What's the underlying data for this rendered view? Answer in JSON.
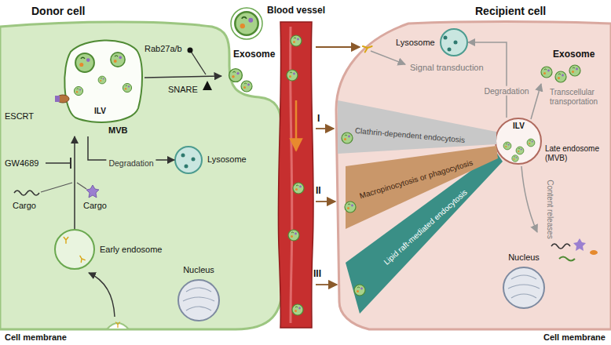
{
  "diagram": {
    "nodes": [
      {
        "text": [
          "Donor cell"
        ]
      },
      {
        "text": [
          "ILV",
          "MVB"
        ],
        "in": 0
      },
      {
        "text": [
          "Lysosome"
        ],
        "in": 0
      },
      {
        "text": [
          "Early endosome"
        ],
        "in": 0
      },
      {
        "text": [
          "Nucleus"
        ],
        "in": 0
      },
      {
        "text": [
          "Blood vessel"
        ]
      },
      {
        "text": [
          "Recipient cell"
        ]
      },
      {
        "text": [
          "Lysosome"
        ],
        "in": 6
      },
      {
        "text": [
          "ILV",
          "Late endosome (MVB)"
        ],
        "in": 6
      },
      {
        "text": [
          "Nucleus"
        ],
        "in": 6
      }
    ],
    "edges": [
      {
        "from": 3,
        "to": 1,
        "arrow": "to"
      },
      {
        "from": 1,
        "to": 2,
        "label": "Degradation",
        "arrow": "to"
      },
      {
        "from": 8,
        "to": 7,
        "label": "Degradation",
        "arrow": "to"
      }
    ],
    "labels": [
      "ESCRT",
      "Rab27a/b",
      "SNARE",
      "Exosome",
      "GW4689",
      "Cargo",
      "Cargo",
      "Cell membrane",
      "Exosome",
      "Signal transduction",
      "Transcellular transportation",
      "I",
      "Clathrin-dependent endocytosis",
      "II",
      "Macropinocytosis or phagocytosis",
      "Content releases",
      "III",
      "Lipid raft-mediated endocytosis",
      "Cell membrane"
    ]
  }
}
